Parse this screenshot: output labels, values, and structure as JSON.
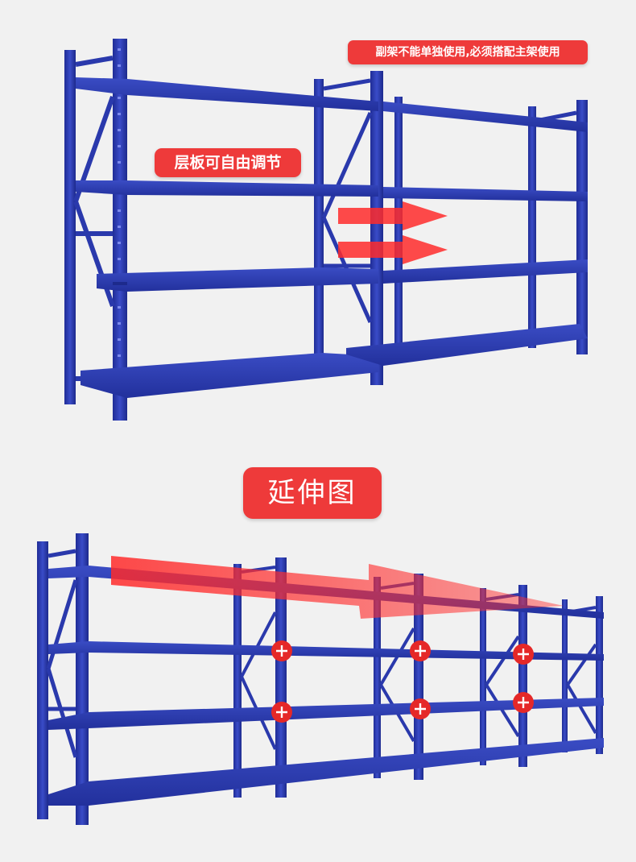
{
  "labels": {
    "side_frame_note": "副架不能单独使用,必须搭配主架使用",
    "adjustable_shelf": "层板可自由调节",
    "extension_title": "延伸图"
  },
  "colors": {
    "background": "#f1f1f1",
    "rack_blue": "#2f3fb4",
    "rack_blue_dark": "#1d2a8c",
    "accent_red": "#ee3a3a"
  },
  "icons": {
    "arrow": "red-right-arrow-icon",
    "connector": "plus-circle-icon"
  }
}
